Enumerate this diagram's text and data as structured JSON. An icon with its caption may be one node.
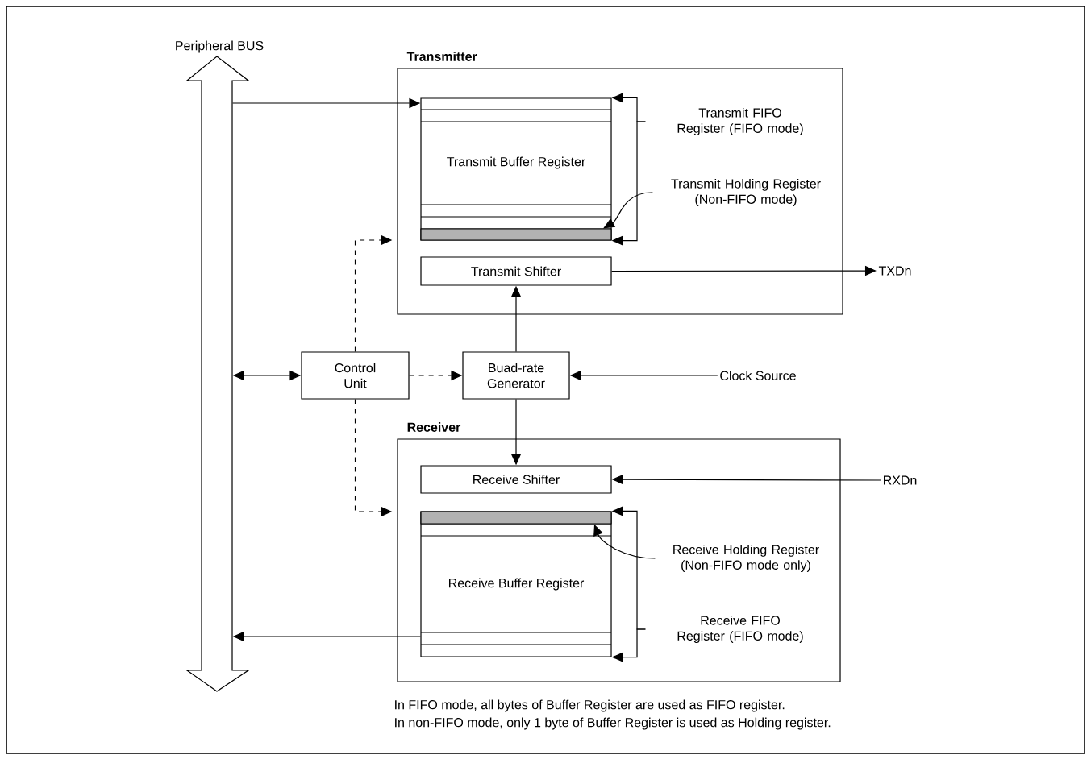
{
  "diagram": {
    "nodes": [
      {
        "text": [
          "Peripheral BUS"
        ]
      },
      {
        "text": [
          "Transmitter"
        ]
      },
      {
        "text": [
          "Transmit Buffer Register"
        ],
        "in": 1
      },
      {
        "text": [
          "Transmit Shifter"
        ],
        "in": 1
      },
      {
        "text": [
          "Transmit FIFO Register (FIFO mode)"
        ],
        "in": 1
      },
      {
        "text": [
          "Transmit Holding Register (Non-FIFO mode)"
        ],
        "in": 1
      },
      {
        "text": [],
        "shape": "bar",
        "in": 2
      },
      {
        "text": [
          "TXDn"
        ]
      },
      {
        "text": [
          "Control Unit"
        ]
      },
      {
        "text": [
          "Buad-rate Generator"
        ]
      },
      {
        "text": [
          "Clock Source"
        ]
      },
      {
        "text": [
          "Receiver"
        ]
      },
      {
        "text": [
          "Receive Shifter"
        ],
        "in": 11
      },
      {
        "text": [
          "Receive Buffer Register"
        ],
        "in": 11
      },
      {
        "text": [],
        "shape": "bar",
        "in": 13
      },
      {
        "text": [
          "Receive Holding Register (Non-FIFO mode only)"
        ],
        "in": 11
      },
      {
        "text": [
          "Receive FIFO Register (FIFO mode)"
        ],
        "in": 11
      },
      {
        "text": [
          "RXDn"
        ]
      }
    ],
    "edges": [
      {
        "from": 0,
        "to": 2,
        "arrow": "to"
      },
      {
        "from": 0,
        "to": 8,
        "arrow": "both"
      },
      {
        "from": 8,
        "to": 9,
        "arrow": "to",
        "style": "dashed"
      },
      {
        "from": 8,
        "to": 1,
        "arrow": "to",
        "style": "dashed"
      },
      {
        "from": 8,
        "to": 11,
        "arrow": "to",
        "style": "dashed"
      },
      {
        "from": 9,
        "to": 3,
        "arrow": "to"
      },
      {
        "from": 9,
        "to": 12,
        "arrow": "to"
      },
      {
        "from": 10,
        "to": 9,
        "arrow": "to"
      },
      {
        "from": 3,
        "to": 7,
        "arrow": "to"
      },
      {
        "from": 17,
        "to": 12,
        "arrow": "to"
      },
      {
        "from": 4,
        "to": 2,
        "arrow": "to"
      },
      {
        "from": 4,
        "to": 2,
        "arrow": "to"
      },
      {
        "from": 5,
        "to": 6,
        "arrow": "to"
      },
      {
        "from": 15,
        "to": 14,
        "arrow": "to"
      },
      {
        "from": 16,
        "to": 13,
        "arrow": "to"
      },
      {
        "from": 16,
        "to": 13,
        "arrow": "to"
      },
      {
        "from": 13,
        "to": 0,
        "arrow": "to"
      }
    ],
    "labels": [
      "In FIFO mode, all bytes of Buffer Register are used as FIFO register.",
      "In non-FIFO mode, only 1 byte of Buffer Register is used as Holding register."
    ]
  }
}
